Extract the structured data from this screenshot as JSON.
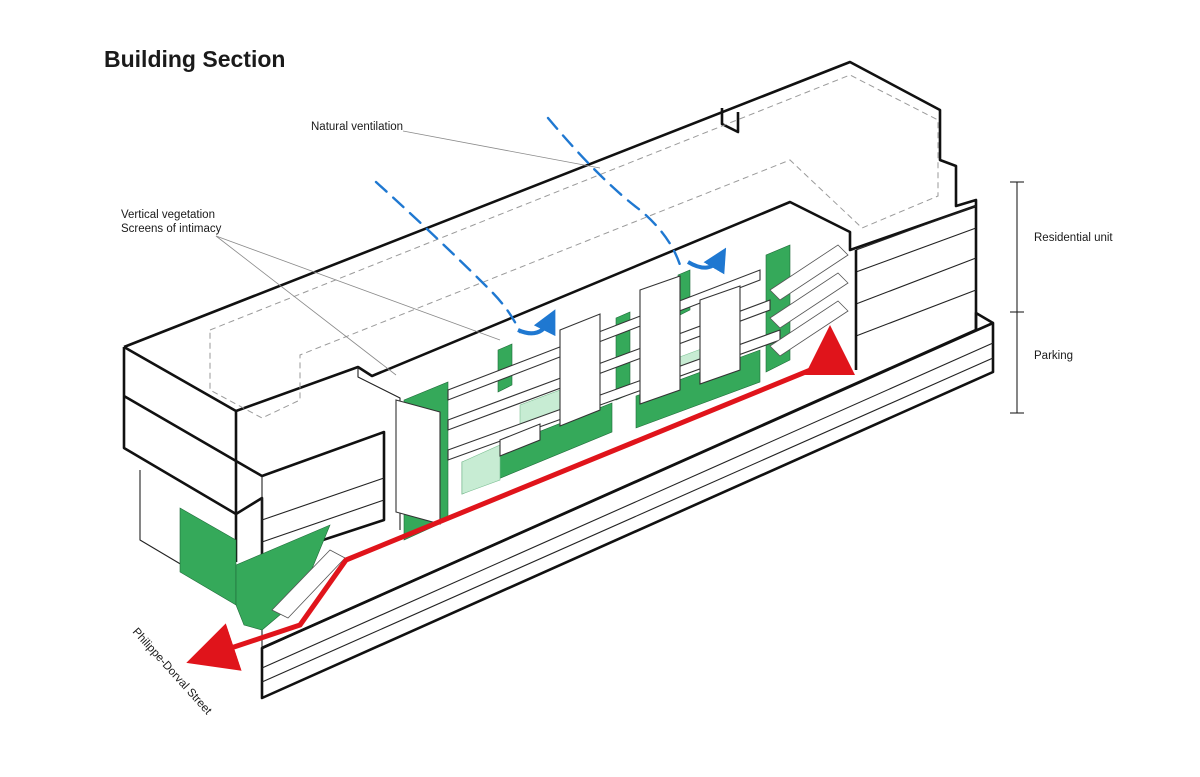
{
  "diagram": {
    "title": "Building Section",
    "labels": {
      "natural_ventilation": "Natural ventilation",
      "vertical_vegetation": "Vertical vegetation",
      "screens_of_intimacy": "Screens of intimacy",
      "residential_unit": "Residential unit",
      "parking": "Parking",
      "street": "Philippe-Dorval Street"
    },
    "colors": {
      "vegetation": "#35a95a",
      "ventilation": "#1f78d1",
      "circulation": "#e0141b"
    }
  }
}
